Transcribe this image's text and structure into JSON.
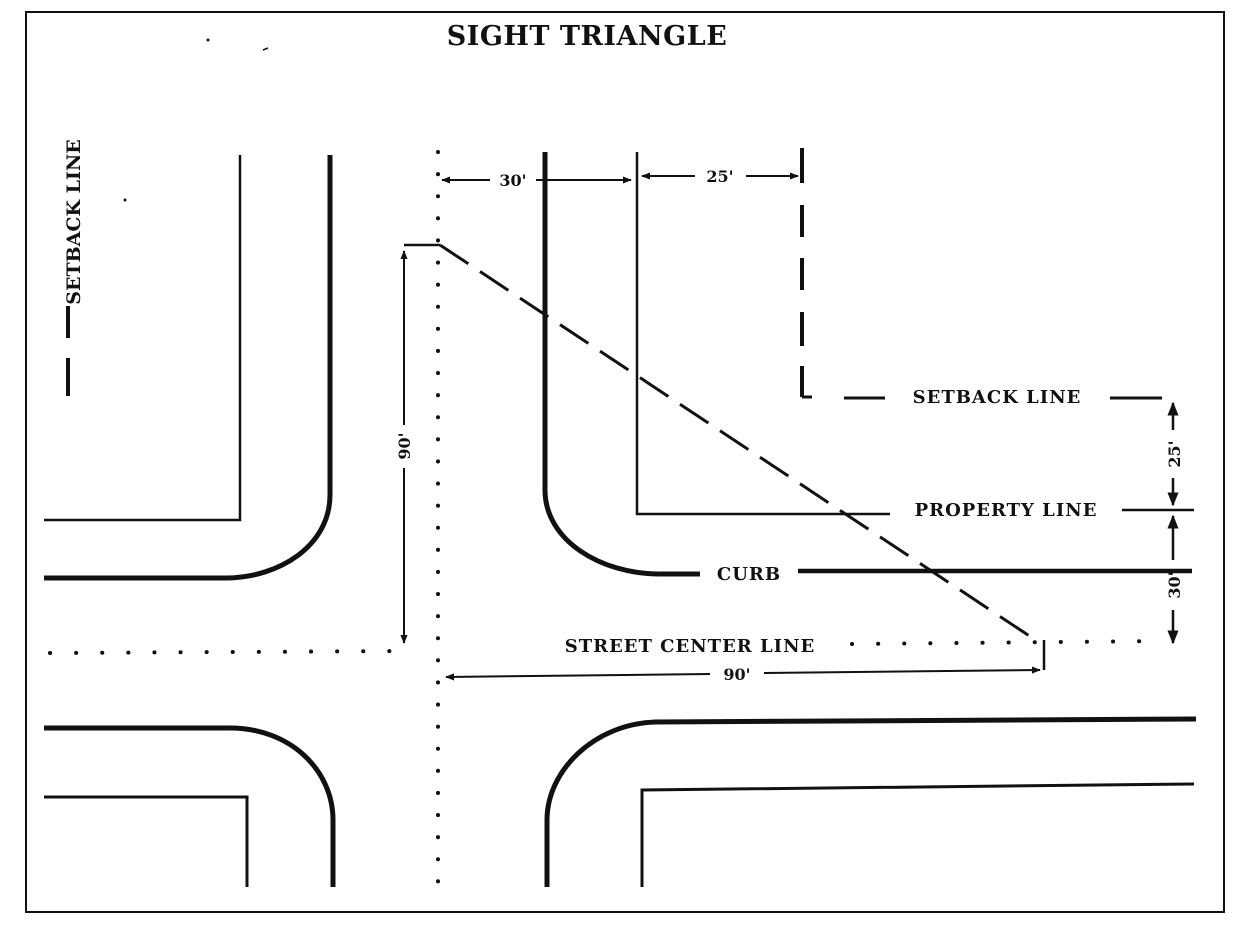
{
  "title": "SIGHT TRIANGLE",
  "legend": {
    "setback_line_label": "SETBACK LINE"
  },
  "labels": {
    "setback_line": "SETBACK LINE",
    "property_line": "PROPERTY LINE",
    "curb": "CURB",
    "street_center_line": "STREET CENTER LINE"
  },
  "dimensions": {
    "centerline_to_curb": "30'",
    "curb_to_property": "25'",
    "vertical_leg": "90'",
    "horizontal_leg": "90'",
    "property_to_setback": "25'",
    "curb_to_property_vertical": "30'"
  },
  "colors": {
    "ink": "#111111",
    "background": "#ffffff"
  }
}
